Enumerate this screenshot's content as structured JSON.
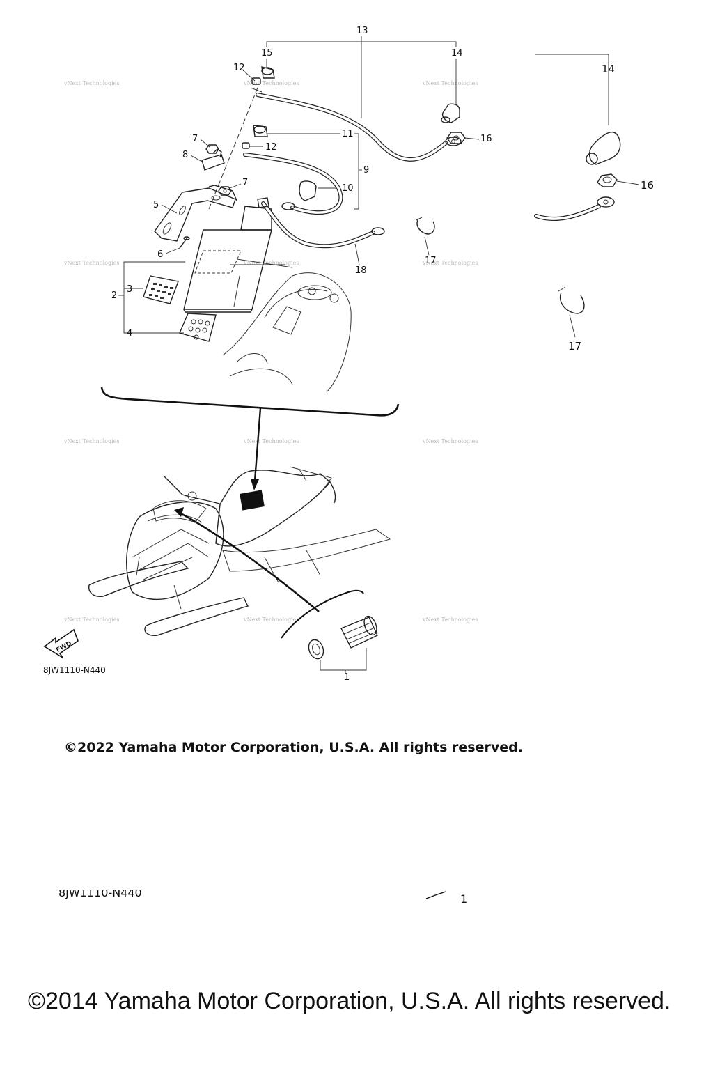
{
  "diagram": {
    "callouts": {
      "c1": "1",
      "c2": "2",
      "c3": "3",
      "c4": "4",
      "c5": "5",
      "c6": "6",
      "c7a": "7",
      "c7b": "7",
      "c8": "8",
      "c9": "9",
      "c10": "10",
      "c11": "11",
      "c12a": "12",
      "c12b": "12",
      "c13": "13",
      "c14": "14",
      "c15": "15",
      "c16": "16",
      "c17": "17",
      "c18": "18",
      "detail_14": "14",
      "detail_16": "16",
      "detail_17": "17"
    },
    "watermark": "vNext Technologies",
    "fwd_label": "FWD",
    "diagram_code": "8JW1110-N440",
    "copyright_2022": "©2022 Yamaha Motor Corporation, U.S.A. All rights reserved.",
    "ghost": {
      "code": "8JW1110-N440",
      "callout": "1",
      "copyright_2014": "©2014 Yamaha Motor Corporation, U.S.A. All rights reserved."
    }
  }
}
